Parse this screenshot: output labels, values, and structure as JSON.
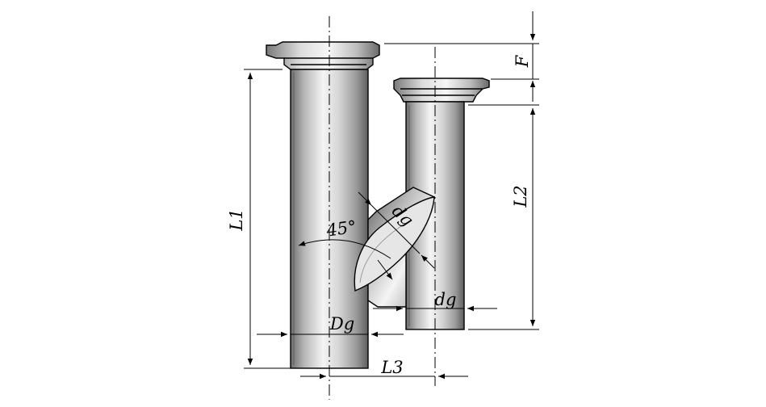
{
  "labels": {
    "L1": "L1",
    "L2": "L2",
    "L3": "L3",
    "F": "F",
    "Dg": "Dg",
    "dg_branch": "dg",
    "dg_right": "dg",
    "angle": "45°"
  },
  "colors": {
    "pipe_light": "#f2f2f2",
    "pipe_mid": "#bdbdbd",
    "pipe_dark": "#6e6e6e",
    "line": "#000000"
  }
}
